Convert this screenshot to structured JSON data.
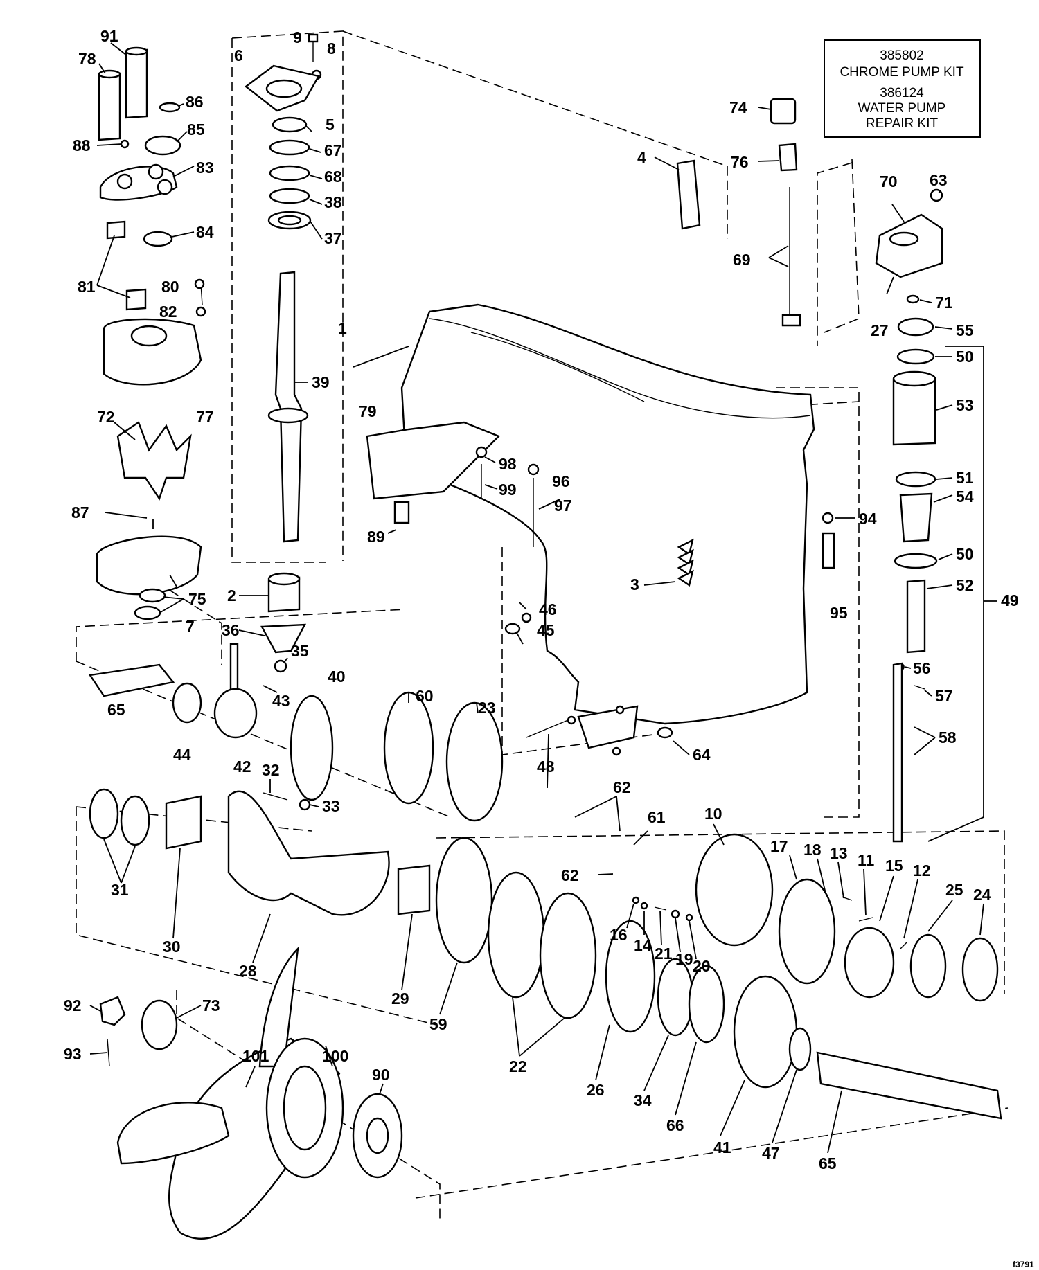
{
  "kit_box": {
    "line1": "385802",
    "line2": "CHROME PUMP KIT",
    "line3": "386124",
    "line4": "WATER PUMP",
    "line5": "REPAIR KIT"
  },
  "corner_code": "f3791",
  "callouts": [
    {
      "id": "c91",
      "text": "91"
    },
    {
      "id": "c78",
      "text": "78"
    },
    {
      "id": "c86",
      "text": "86"
    },
    {
      "id": "c88",
      "text": "88"
    },
    {
      "id": "c85",
      "text": "85"
    },
    {
      "id": "c83",
      "text": "83"
    },
    {
      "id": "c84",
      "text": "84"
    },
    {
      "id": "c81",
      "text": "81"
    },
    {
      "id": "c80",
      "text": "80"
    },
    {
      "id": "c82",
      "text": "82"
    },
    {
      "id": "c77",
      "text": "77"
    },
    {
      "id": "c72",
      "text": "72"
    },
    {
      "id": "c87",
      "text": "87"
    },
    {
      "id": "c75",
      "text": "75"
    },
    {
      "id": "c7",
      "text": "7"
    },
    {
      "id": "c9",
      "text": "9"
    },
    {
      "id": "c8",
      "text": "8"
    },
    {
      "id": "c6",
      "text": "6"
    },
    {
      "id": "c5",
      "text": "5"
    },
    {
      "id": "c67",
      "text": "67"
    },
    {
      "id": "c68",
      "text": "68"
    },
    {
      "id": "c38",
      "text": "38"
    },
    {
      "id": "c37",
      "text": "37"
    },
    {
      "id": "c39",
      "text": "39"
    },
    {
      "id": "c2",
      "text": "2"
    },
    {
      "id": "c36",
      "text": "36"
    },
    {
      "id": "c35",
      "text": "35"
    },
    {
      "id": "c43",
      "text": "43"
    },
    {
      "id": "c65a",
      "text": "65"
    },
    {
      "id": "c44",
      "text": "44"
    },
    {
      "id": "c42",
      "text": "42"
    },
    {
      "id": "c40",
      "text": "40"
    },
    {
      "id": "c79",
      "text": "79"
    },
    {
      "id": "c89",
      "text": "89"
    },
    {
      "id": "c98",
      "text": "98"
    },
    {
      "id": "c96",
      "text": "96"
    },
    {
      "id": "c99",
      "text": "99"
    },
    {
      "id": "c97",
      "text": "97"
    },
    {
      "id": "c1",
      "text": "1"
    },
    {
      "id": "c4",
      "text": "4"
    },
    {
      "id": "c74",
      "text": "74"
    },
    {
      "id": "c76",
      "text": "76"
    },
    {
      "id": "c69",
      "text": "69"
    },
    {
      "id": "c70",
      "text": "70"
    },
    {
      "id": "c63",
      "text": "63"
    },
    {
      "id": "c27",
      "text": "27"
    },
    {
      "id": "c71",
      "text": "71"
    },
    {
      "id": "c55",
      "text": "55"
    },
    {
      "id": "c50a",
      "text": "50"
    },
    {
      "id": "c53",
      "text": "53"
    },
    {
      "id": "c51",
      "text": "51"
    },
    {
      "id": "c54",
      "text": "54"
    },
    {
      "id": "c94",
      "text": "94"
    },
    {
      "id": "c50b",
      "text": "50"
    },
    {
      "id": "c52",
      "text": "52"
    },
    {
      "id": "c49",
      "text": "49"
    },
    {
      "id": "c95",
      "text": "95"
    },
    {
      "id": "c3",
      "text": "3"
    },
    {
      "id": "c46",
      "text": "46"
    },
    {
      "id": "c45",
      "text": "45"
    },
    {
      "id": "c56",
      "text": "56"
    },
    {
      "id": "c57",
      "text": "57"
    },
    {
      "id": "c58",
      "text": "58"
    },
    {
      "id": "c64",
      "text": "64"
    },
    {
      "id": "c60",
      "text": "60"
    },
    {
      "id": "c23",
      "text": "23"
    },
    {
      "id": "c48",
      "text": "48"
    },
    {
      "id": "c62a",
      "text": "62"
    },
    {
      "id": "c61",
      "text": "61"
    },
    {
      "id": "c62b",
      "text": "62"
    },
    {
      "id": "c10",
      "text": "10"
    },
    {
      "id": "c17",
      "text": "17"
    },
    {
      "id": "c18",
      "text": "18"
    },
    {
      "id": "c13",
      "text": "13"
    },
    {
      "id": "c11",
      "text": "11"
    },
    {
      "id": "c15",
      "text": "15"
    },
    {
      "id": "c12",
      "text": "12"
    },
    {
      "id": "c25",
      "text": "25"
    },
    {
      "id": "c24",
      "text": "24"
    },
    {
      "id": "c16",
      "text": "16"
    },
    {
      "id": "c14",
      "text": "14"
    },
    {
      "id": "c21",
      "text": "21"
    },
    {
      "id": "c19",
      "text": "19"
    },
    {
      "id": "c20",
      "text": "20"
    },
    {
      "id": "c32",
      "text": "32"
    },
    {
      "id": "c33",
      "text": "33"
    },
    {
      "id": "c31",
      "text": "31"
    },
    {
      "id": "c30",
      "text": "30"
    },
    {
      "id": "c28",
      "text": "28"
    },
    {
      "id": "c29",
      "text": "29"
    },
    {
      "id": "c59",
      "text": "59"
    },
    {
      "id": "c22",
      "text": "22"
    },
    {
      "id": "c26",
      "text": "26"
    },
    {
      "id": "c34",
      "text": "34"
    },
    {
      "id": "c66",
      "text": "66"
    },
    {
      "id": "c41",
      "text": "41"
    },
    {
      "id": "c47",
      "text": "47"
    },
    {
      "id": "c65b",
      "text": "65"
    },
    {
      "id": "c92",
      "text": "92"
    },
    {
      "id": "c73",
      "text": "73"
    },
    {
      "id": "c93",
      "text": "93"
    },
    {
      "id": "c101",
      "text": "101"
    },
    {
      "id": "c100",
      "text": "100"
    },
    {
      "id": "c90",
      "text": "90"
    }
  ]
}
